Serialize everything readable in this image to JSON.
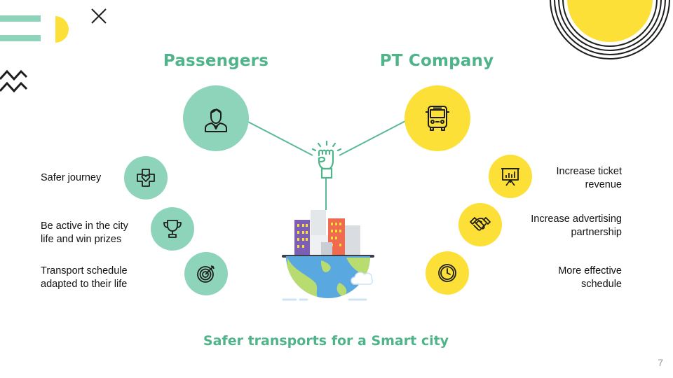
{
  "headings": {
    "left": "Passengers",
    "right": "PT Company"
  },
  "passenger_benefits": [
    {
      "label_lines": [
        "Safer journey"
      ],
      "icon": "heart-cross-icon"
    },
    {
      "label_lines": [
        "Be active in the city",
        "life and win prizes"
      ],
      "icon": "trophy-icon"
    },
    {
      "label_lines": [
        "Transport schedule",
        "adapted to their life"
      ],
      "icon": "target-icon"
    }
  ],
  "company_benefits": [
    {
      "label_lines": [
        "Increase ticket",
        "revenue"
      ],
      "icon": "presentation-chart-icon"
    },
    {
      "label_lines": [
        "Increase advertising",
        "partnership"
      ],
      "icon": "handshake-icon"
    },
    {
      "label_lines": [
        "More effective",
        "schedule"
      ],
      "icon": "clock-icon"
    }
  ],
  "center_icons": {
    "left_hub": "passenger-icon",
    "right_hub": "bus-icon",
    "middle": "raised-fist-icon",
    "illustration": "smart-city-globe-icon"
  },
  "footer": "Safer transports for a Smart city",
  "page_number": "7",
  "colors": {
    "green": "#8dd4ba",
    "green_text": "#4fb48a",
    "yellow": "#fde037",
    "dark": "#1d1d1d"
  }
}
